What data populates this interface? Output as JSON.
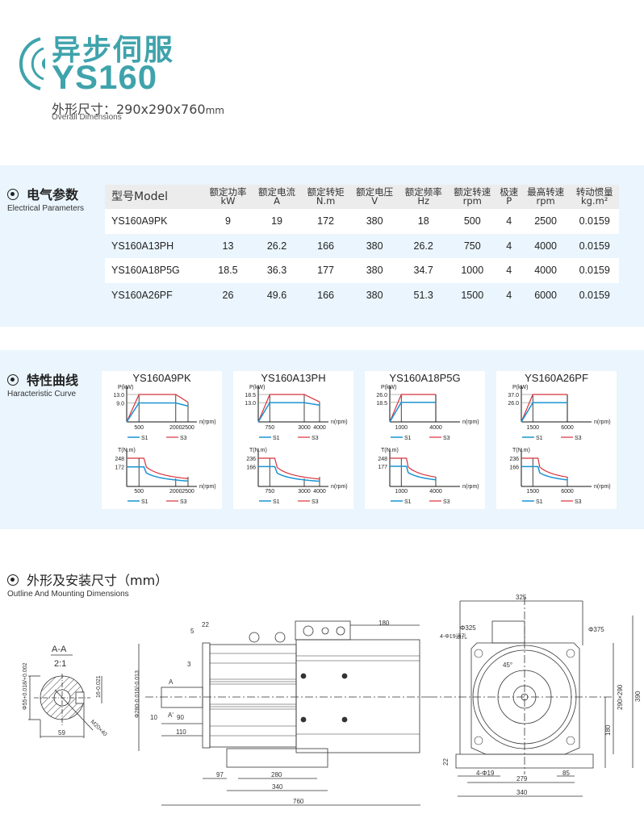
{
  "header": {
    "title_cn": "异步伺服",
    "model": "YS160",
    "size_label": "外形尺寸：290x290x760",
    "size_unit": "mm",
    "size_en": "Overall Dimensions",
    "brand_color": "#3fa3ac"
  },
  "electrical": {
    "title_cn": "电气参数",
    "title_en": "Electrical Parameters",
    "columns": [
      [
        "型号Model",
        ""
      ],
      [
        "额定功率",
        "kW"
      ],
      [
        "额定电流",
        "A"
      ],
      [
        "额定转矩",
        "N.m"
      ],
      [
        "额定电压",
        "V"
      ],
      [
        "额定频率",
        "Hz"
      ],
      [
        "额定转速",
        "rpm"
      ],
      [
        "极速",
        "P"
      ],
      [
        "最高转速",
        "rpm"
      ],
      [
        "转动惯量",
        "kg.m²"
      ]
    ],
    "rows": [
      [
        "YS160A9PK",
        "9",
        "19",
        "172",
        "380",
        "18",
        "500",
        "4",
        "2500",
        "0.0159"
      ],
      [
        "YS160A13PH",
        "13",
        "26.2",
        "166",
        "380",
        "26.2",
        "750",
        "4",
        "4000",
        "0.0159"
      ],
      [
        "YS160A18P5G",
        "18.5",
        "36.3",
        "177",
        "380",
        "34.7",
        "1000",
        "4",
        "4000",
        "0.0159"
      ],
      [
        "YS160A26PF",
        "26",
        "49.6",
        "166",
        "380",
        "51.3",
        "1500",
        "4",
        "6000",
        "0.0159"
      ]
    ]
  },
  "curves": {
    "title_cn": "特性曲线",
    "title_en": "Haracteristic Curve",
    "colors": {
      "S1": "#1b93d2",
      "S3": "#d8323c"
    },
    "chart_data": [
      {
        "type": "line",
        "title": "YS160A9PK",
        "p_label": "P(kW)",
        "t_label": "T(N.m)",
        "xlabel": "n(rpm)",
        "legend": [
          "S1",
          "S3"
        ],
        "speed_ticks": [
          "500",
          "2000",
          "2500"
        ],
        "base": 500,
        "corner": 2000,
        "max": 2500,
        "p_ticks": [
          "13.0",
          "9.0"
        ],
        "p_s3": 13.0,
        "p_s1": 9.0,
        "p_s3_end": 9.3,
        "p_s1_end": 7.5,
        "t_ticks": [
          "248",
          "172"
        ],
        "t_s3": 248,
        "t_s1": 172
      },
      {
        "type": "line",
        "title": "YS160A13PH",
        "p_label": "P(kW)",
        "t_label": "T(N.m)",
        "xlabel": "n(rpm)",
        "legend": [
          "S1",
          "S3"
        ],
        "speed_ticks": [
          "750",
          "3000",
          "4000"
        ],
        "base": 750,
        "corner": 3000,
        "max": 4000,
        "p_ticks": [
          "18.5",
          "13.0"
        ],
        "p_s3": 18.5,
        "p_s1": 13.0,
        "p_s3_end": 13.5,
        "p_s1_end": 11.3,
        "t_ticks": [
          "236",
          "166"
        ],
        "t_s3": 236,
        "t_s1": 166
      },
      {
        "type": "line",
        "title": "YS160A18P5G",
        "p_label": "P(kW)",
        "t_label": "T(N.m)",
        "xlabel": "n(rpm)",
        "legend": [
          "S1",
          "S3"
        ],
        "speed_ticks": [
          "1000",
          "4000"
        ],
        "base": 1000,
        "corner": 4000,
        "max": 4000,
        "p_ticks": [
          "26.0",
          "18.5"
        ],
        "p_s3": 26.0,
        "p_s1": 18.5,
        "p_s3_end": 26.0,
        "p_s1_end": 18.5,
        "t_ticks": [
          "248",
          "177"
        ],
        "t_s3": 248,
        "t_s1": 177
      },
      {
        "type": "line",
        "title": "YS160A26PF",
        "p_label": "P(kW)",
        "t_label": "T(N.m)",
        "xlabel": "n(rpm)",
        "legend": [
          "S1",
          "S3"
        ],
        "speed_ticks": [
          "1500",
          "6000"
        ],
        "base": 1500,
        "corner": 6000,
        "max": 6000,
        "p_ticks": [
          "37.0",
          "26.0"
        ],
        "p_s3": 37.0,
        "p_s1": 26.0,
        "p_s3_end": 37.0,
        "p_s1_end": 26.0,
        "t_ticks": [
          "236",
          "166"
        ],
        "t_s3": 236,
        "t_s1": 166
      }
    ]
  },
  "outline": {
    "title_cn": "外形及安装尺寸（mm）",
    "title_en": "Outline And Mounting Dimensions",
    "section": {
      "name": "A-A",
      "scale": "2:1",
      "dia": "Φ55+0.018/+0.002",
      "key": "16-0.021",
      "thread": "M20×40",
      "width": "59"
    },
    "side": {
      "d22": "22",
      "d5": "5",
      "d3": "3",
      "a": "A",
      "a2": "A'",
      "dia": "Φ280-0.016/-0.013",
      "d10": "10",
      "d90": "90",
      "d110": "110",
      "d97": "97",
      "d280": "280",
      "d340": "340",
      "d760": "760",
      "d180": "180"
    },
    "front": {
      "d325": "325",
      "dia325": "Φ325",
      "holes": "4-Φ19通孔",
      "dia375": "Φ375",
      "angle": "45°",
      "d290": "290×290",
      "d390": "390",
      "d180": "180",
      "d22": "22",
      "feet": "4-Φ19",
      "d85": "85",
      "d279": "279",
      "d340": "340"
    }
  }
}
